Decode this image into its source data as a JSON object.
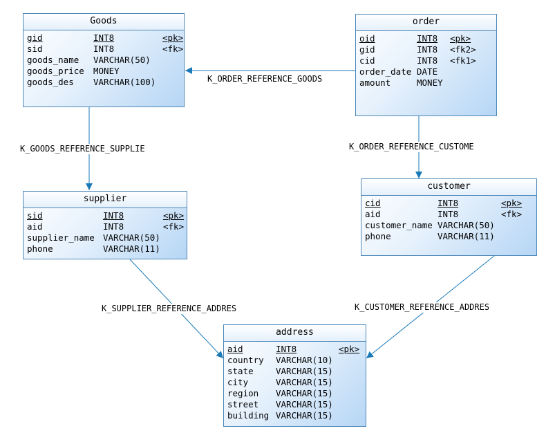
{
  "entities": {
    "goods": {
      "title": "Goods",
      "columns": [
        {
          "name": "gid",
          "type": "INT8",
          "key": "<pk>",
          "pk": true
        },
        {
          "name": "sid",
          "type": "INT8",
          "key": "<fk>",
          "pk": false
        },
        {
          "name": "goods_name",
          "type": "VARCHAR(50)",
          "key": "",
          "pk": false
        },
        {
          "name": "goods_price",
          "type": "MONEY",
          "key": "",
          "pk": false
        },
        {
          "name": "goods_des",
          "type": "VARCHAR(100)",
          "key": "",
          "pk": false
        }
      ]
    },
    "order": {
      "title": "order",
      "columns": [
        {
          "name": "oid",
          "type": "INT8",
          "key": "<pk>",
          "pk": true
        },
        {
          "name": "gid",
          "type": "INT8",
          "key": "<fk2>",
          "pk": false
        },
        {
          "name": "cid",
          "type": "INT8",
          "key": "<fk1>",
          "pk": false
        },
        {
          "name": "order_date",
          "type": "DATE",
          "key": "",
          "pk": false
        },
        {
          "name": "amount",
          "type": "MONEY",
          "key": "",
          "pk": false
        }
      ]
    },
    "supplier": {
      "title": "supplier",
      "columns": [
        {
          "name": "sid",
          "type": "INT8",
          "key": "<pk>",
          "pk": true
        },
        {
          "name": "aid",
          "type": "INT8",
          "key": "<fk>",
          "pk": false
        },
        {
          "name": "supplier_name",
          "type": "VARCHAR(50)",
          "key": "",
          "pk": false
        },
        {
          "name": "phone",
          "type": "VARCHAR(11)",
          "key": "",
          "pk": false
        }
      ]
    },
    "customer": {
      "title": "customer",
      "columns": [
        {
          "name": "cid",
          "type": "INT8",
          "key": "<pk>",
          "pk": true
        },
        {
          "name": "aid",
          "type": "INT8",
          "key": "<fk>",
          "pk": false
        },
        {
          "name": "customer_name",
          "type": "VARCHAR(50)",
          "key": "",
          "pk": false
        },
        {
          "name": "phone",
          "type": "VARCHAR(11)",
          "key": "",
          "pk": false
        }
      ]
    },
    "address": {
      "title": "address",
      "columns": [
        {
          "name": "aid",
          "type": "INT8",
          "key": "<pk>",
          "pk": true
        },
        {
          "name": "country",
          "type": "VARCHAR(10)",
          "key": "",
          "pk": false
        },
        {
          "name": "state",
          "type": "VARCHAR(15)",
          "key": "",
          "pk": false
        },
        {
          "name": "city",
          "type": "VARCHAR(15)",
          "key": "",
          "pk": false
        },
        {
          "name": "region",
          "type": "VARCHAR(15)",
          "key": "",
          "pk": false
        },
        {
          "name": "street",
          "type": "VARCHAR(15)",
          "key": "",
          "pk": false
        },
        {
          "name": "building",
          "type": "VARCHAR(15)",
          "key": "",
          "pk": false
        }
      ]
    }
  },
  "relations": {
    "order_goods": "K_ORDER_REFERENCE_GOODS",
    "goods_supplier": "K_GOODS_REFERENCE_SUPPLIE",
    "order_customer": "K_ORDER_REFERENCE_CUSTOME",
    "supplier_address": "K_SUPPLIER_REFERENCE_ADDRES",
    "customer_address": "K_CUSTOMER_REFERENCE_ADDRES"
  },
  "colors": {
    "border": "#4a86b8",
    "connector": "#1a7ab8",
    "fill_light": "#ffffff",
    "fill_dark": "#b6d6f5"
  }
}
